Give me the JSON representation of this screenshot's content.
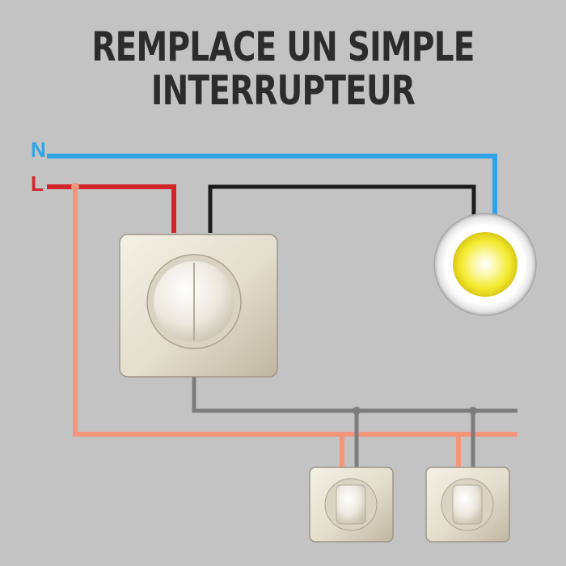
{
  "title": {
    "line1": "REMPLACE UN SIMPLE",
    "line2": "INTERRUPTEUR"
  },
  "wires": {
    "neutral_label": "N",
    "live_label": "L"
  },
  "colors": {
    "background": "#c3c3c4",
    "title": "#2c2c2c",
    "neutral_wire": "#2fa3e6",
    "live_wire": "#d3242a",
    "switched_wire": "#1c1c1c",
    "auxiliary_wire": "#f2957a",
    "control_wire": "#7d7d7d",
    "switch_plate": "#e6e2d6",
    "lamp_glow": "#f6ee3a"
  },
  "components": {
    "main_switch": "dimmer-switch-icon",
    "lamp": "light-bulb-icon",
    "remote_switches": [
      "push-button-switch-icon",
      "push-button-switch-icon"
    ]
  }
}
